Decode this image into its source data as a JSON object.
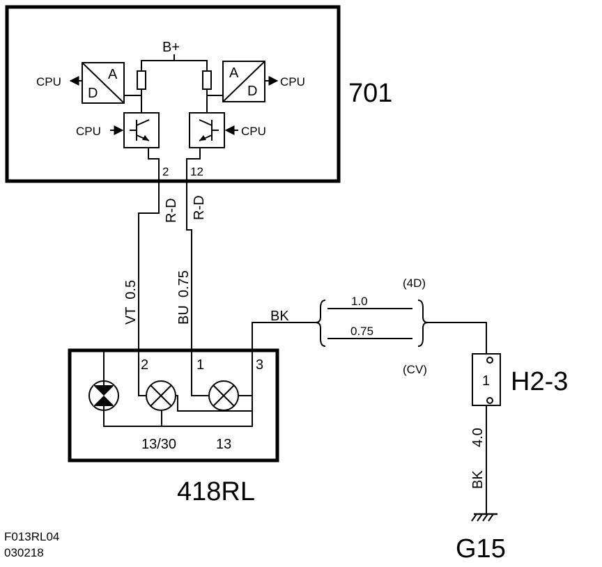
{
  "module_701": {
    "id": "701",
    "supply": "B+",
    "cpu": "CPU",
    "adc_a": "A",
    "adc_d": "D",
    "pin_left": "2",
    "pin_right": "12"
  },
  "wires": {
    "left_color_top": "R-D",
    "right_color_top": "R-D",
    "left_label": "VT  0.5",
    "right_label": "BU  0.75",
    "bk_label": "BK",
    "variant_4d_size": "1.0",
    "variant_cv_size": "0.75",
    "variant_4d": "(4D)",
    "variant_cv": "(CV)",
    "ground_size": "4.0",
    "ground_color": "BK"
  },
  "unit_418rl": {
    "id": "418RL",
    "pin_2": "2",
    "pin_1": "1",
    "pin_3": "3",
    "lbl_13_30": "13/30",
    "lbl_13": "13"
  },
  "connector_h23": {
    "id": "H2-3",
    "pin": "1"
  },
  "ground_g15": {
    "id": "G15"
  },
  "footer": {
    "code": "F013RL04",
    "date": "030218"
  }
}
